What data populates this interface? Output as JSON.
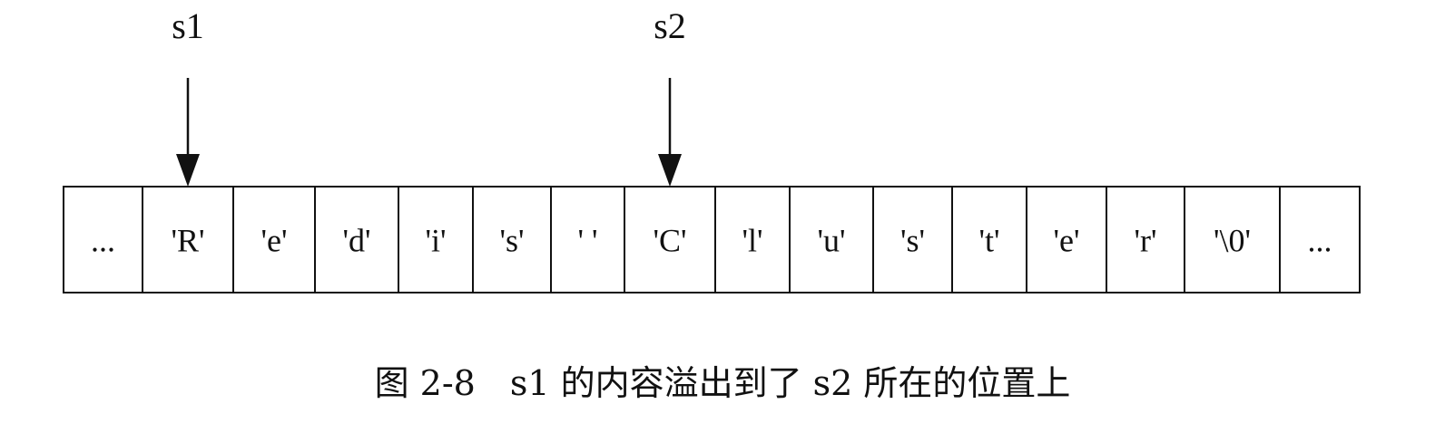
{
  "memory": {
    "cells": [
      "...",
      "'R'",
      "'e'",
      "'d'",
      "'i'",
      "'s'",
      "' '",
      "'C'",
      "'l'",
      "'u'",
      "'s'",
      "'t'",
      "'e'",
      "'r'",
      "'\\0'",
      "..."
    ]
  },
  "pointers": [
    {
      "label": "s1",
      "cell_index": 1
    },
    {
      "label": "s2",
      "cell_index": 7
    }
  ],
  "caption": "图 2-8　s1 的内容溢出到了 s2 所在的位置上"
}
